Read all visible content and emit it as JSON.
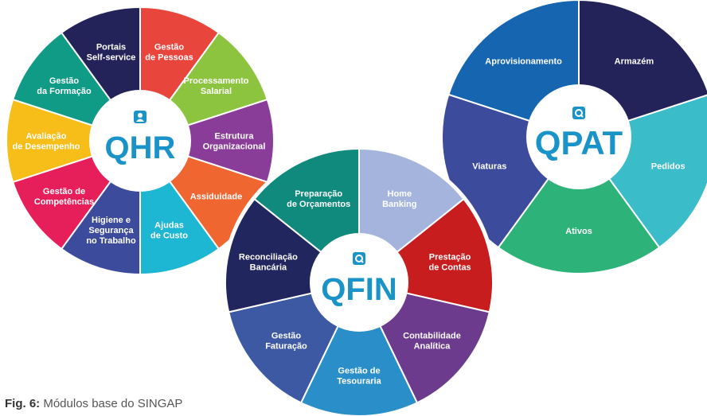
{
  "accent_color": "#1a93c9",
  "figure_caption": {
    "prefix": "Fig. 6:",
    "text": " Módulos base do SINGAP"
  },
  "wheels": [
    {
      "id": "qhr",
      "name": "QHR",
      "icon": "user-badge-icon",
      "segments": [
        {
          "label": [
            "Gestão",
            "de Pessoas"
          ],
          "color": "#e8453c"
        },
        {
          "label": [
            "Processamento",
            "Salarial"
          ],
          "color": "#8dc43f"
        },
        {
          "label": [
            "Estrutura",
            "Organizacional"
          ],
          "color": "#8a3d98"
        },
        {
          "label": [
            "Assiduidade"
          ],
          "color": "#f06630"
        },
        {
          "label": [
            "Ajudas",
            "de Custo"
          ],
          "color": "#1db6d3"
        },
        {
          "label": [
            "Higiene e",
            "Segurança",
            "no Trabalho"
          ],
          "color": "#3d4b9c"
        },
        {
          "label": [
            "Gestão de",
            "Competências"
          ],
          "color": "#e61f5b"
        },
        {
          "label": [
            "Avaliação",
            "de Desempenho"
          ],
          "color": "#f7be1a"
        },
        {
          "label": [
            "Gestão",
            "da Formação"
          ],
          "color": "#109b86"
        },
        {
          "label": [
            "Portais",
            "Self-service"
          ],
          "color": "#23235a"
        }
      ]
    },
    {
      "id": "qfin",
      "name": "QFIN",
      "icon": "q-logo-icon",
      "segments": [
        {
          "label": [
            "Home",
            "Banking"
          ],
          "color": "#a4b4dc"
        },
        {
          "label": [
            "Prestação",
            "de Contas"
          ],
          "color": "#c81d1f"
        },
        {
          "label": [
            "Contabilidade",
            "Analítica"
          ],
          "color": "#6d3b8e"
        },
        {
          "label": [
            "Gestão de",
            "Tesouraria"
          ],
          "color": "#2a8fc8"
        },
        {
          "label": [
            "Gestão",
            "Faturação"
          ],
          "color": "#3e59a3"
        },
        {
          "label": [
            "Reconciliação",
            "Bancária"
          ],
          "color": "#22265e"
        },
        {
          "label": [
            "Preparação",
            "de Orçamentos"
          ],
          "color": "#0f8a7c"
        }
      ]
    },
    {
      "id": "qpat",
      "name": "QPAT",
      "icon": "q-logo-icon",
      "segments": [
        {
          "label": [
            "Armazém"
          ],
          "color": "#23235a"
        },
        {
          "label": [
            "Pedidos"
          ],
          "color": "#3bbcc9"
        },
        {
          "label": [
            "Ativos"
          ],
          "color": "#2db37a"
        },
        {
          "label": [
            "Viaturas"
          ],
          "color": "#3d4b9c"
        },
        {
          "label": [
            "Aprovisionamento"
          ],
          "color": "#1565b0"
        }
      ]
    }
  ]
}
